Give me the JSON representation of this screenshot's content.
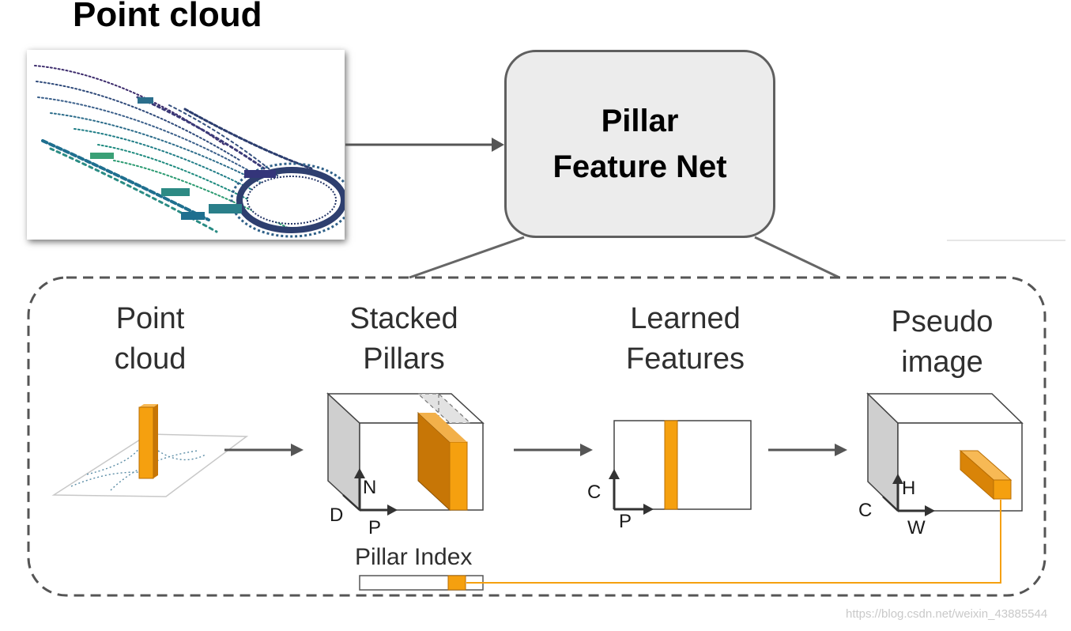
{
  "header": {
    "title": "Point cloud"
  },
  "pfn_box": {
    "line1": "Pillar",
    "line2": "Feature Net"
  },
  "stages": [
    {
      "line1": "Point",
      "line2": "cloud"
    },
    {
      "line1": "Stacked",
      "line2": "Pillars"
    },
    {
      "line1": "Learned",
      "line2": "Features"
    },
    {
      "line1": "Pseudo",
      "line2": "image"
    }
  ],
  "stacked_axes": {
    "depth": "D",
    "vertical": "N",
    "horizontal": "P"
  },
  "learned_axes": {
    "vertical": "C",
    "horizontal": "P"
  },
  "pseudo_axes": {
    "depth": "C",
    "vertical": "H",
    "horizontal": "W"
  },
  "pillar_index": {
    "label": "Pillar Index"
  },
  "watermark": "https://blog.csdn.net/weixin_43885544",
  "colors": {
    "orange": "#f5a00f",
    "dark_orange": "#c77606",
    "connector": "#5f5f5f",
    "face_gray": "#cfcfcf"
  }
}
